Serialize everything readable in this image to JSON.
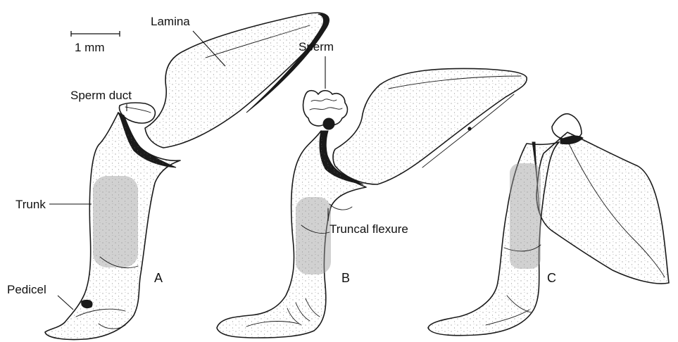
{
  "scale_bar": {
    "label": "1 mm"
  },
  "labels": {
    "lamina": "Lamina",
    "sperm_duct": "Sperm duct",
    "trunk": "Trunk",
    "pedicel": "Pedicel",
    "sperm": "Sperm",
    "truncal_flexure": "Truncal flexure"
  },
  "panels": {
    "a": "A",
    "b": "B",
    "c": "C"
  }
}
